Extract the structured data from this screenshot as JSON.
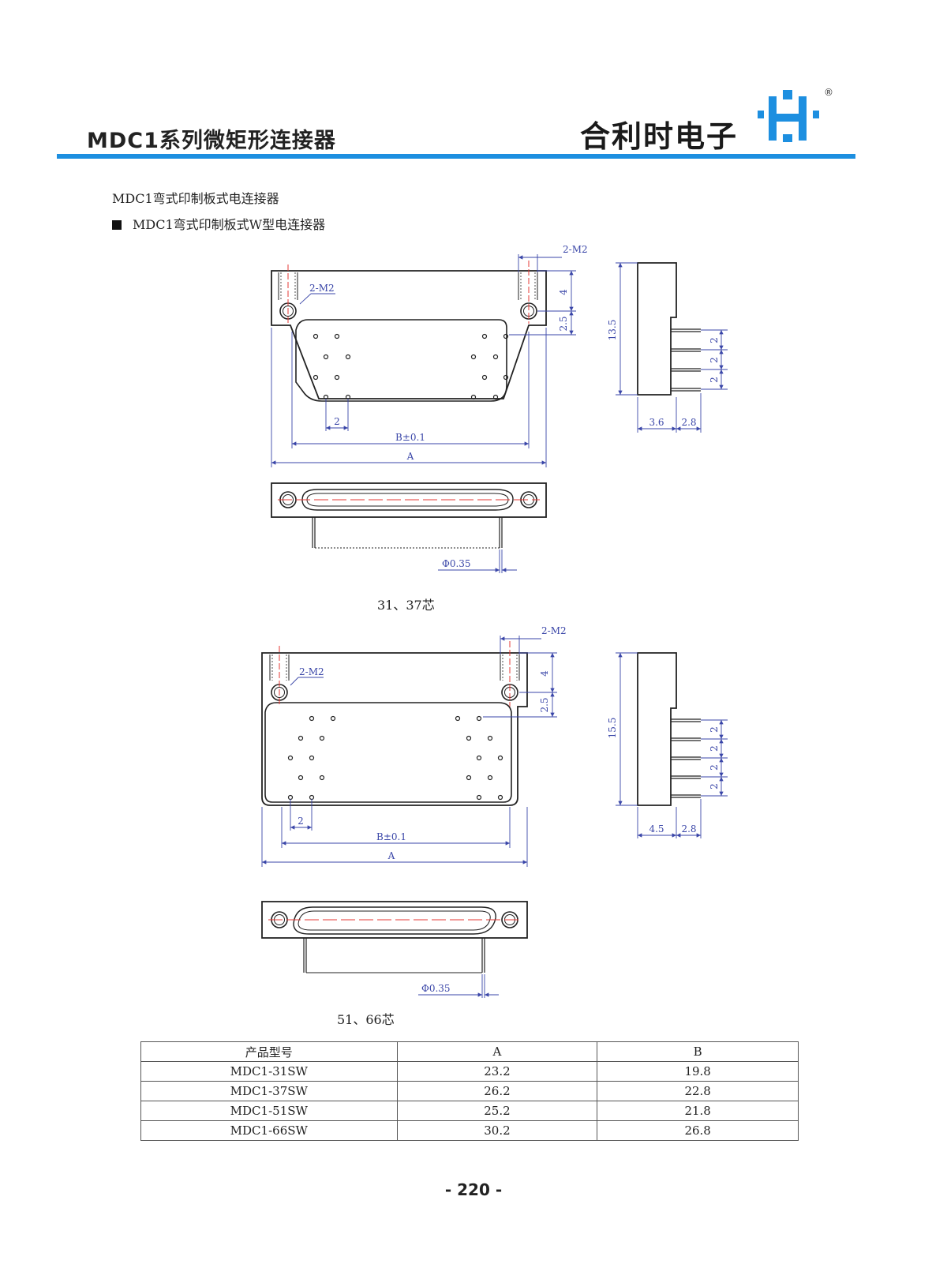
{
  "header": {
    "series_title": "MDC1系列微矩形连接器",
    "brand": "合利时电子",
    "registered_mark": "®",
    "accent_color": "#1d8fe0"
  },
  "section": {
    "subtitle": "MDC1弯式印制板式电连接器",
    "bullet_title": "MDC1弯式印制板式W型电连接器"
  },
  "drawing1": {
    "caption": "31、37芯",
    "dims": {
      "m2_top": "2-M2",
      "m2_left": "2-M2",
      "d4": "4",
      "d25": "2.5",
      "pitch": "2",
      "b": "B±0.1",
      "a": "A",
      "height": "13.5",
      "side_a": "3.6",
      "side_b": "2.8",
      "pin_pitch": [
        "2",
        "2",
        "2"
      ],
      "pin_dia": "Φ0.35"
    }
  },
  "drawing2": {
    "caption": "51、66芯",
    "dims": {
      "m2_top": "2-M2",
      "m2_left": "2-M2",
      "d4": "4",
      "d25": "2.5",
      "pitch": "2",
      "b": "B±0.1",
      "a": "A",
      "height": "15.5",
      "side_a": "4.5",
      "side_b": "2.8",
      "pin_pitch": [
        "2",
        "2",
        "2",
        "2"
      ],
      "pin_dia": "Φ0.35"
    }
  },
  "table": {
    "headers": [
      "产品型号",
      "A",
      "B"
    ],
    "rows": [
      [
        "MDC1-31SW",
        "23.2",
        "19.8"
      ],
      [
        "MDC1-37SW",
        "26.2",
        "22.8"
      ],
      [
        "MDC1-51SW",
        "25.2",
        "21.8"
      ],
      [
        "MDC1-66SW",
        "30.2",
        "26.8"
      ]
    ]
  },
  "page_number": "- 220 -"
}
